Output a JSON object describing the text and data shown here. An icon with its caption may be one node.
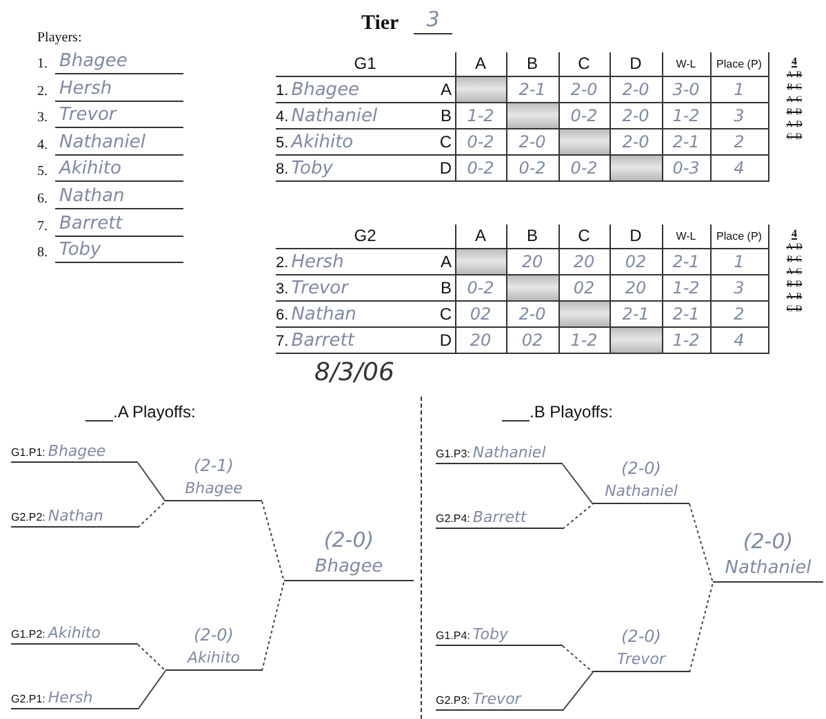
{
  "diagram": {
    "nodes": [
      {
        "text": [
          "G1.P1:",
          "Bhagee"
        ]
      },
      {
        "text": [
          "G2.P2:",
          "Nathan"
        ]
      },
      {
        "text": [
          "G1.P2:",
          "Akihito"
        ]
      },
      {
        "text": [
          "G2.P1:",
          "Hersh"
        ]
      },
      {
        "text": [
          "(2-1)",
          "Bhagee"
        ]
      },
      {
        "text": [
          "(2-0)",
          "Akihito"
        ]
      },
      {
        "text": [
          "(2-0)",
          "Bhagee"
        ]
      },
      {
        "text": [
          "G1.P3:",
          "Nathaniel"
        ]
      },
      {
        "text": [
          "G2.P4:",
          "Barrett"
        ]
      },
      {
        "text": [
          "G1.P4:",
          "Toby"
        ]
      },
      {
        "text": [
          "G2.P3:",
          "Trevor"
        ]
      },
      {
        "text": [
          "(2-0)",
          "Nathaniel"
        ]
      },
      {
        "text": [
          "(2-0)",
          "Trevor"
        ]
      },
      {
        "text": [
          "(2-0)",
          "Nathaniel"
        ]
      }
    ],
    "edges": [
      {
        "from": 0,
        "to": 4,
        "arrow": "none"
      },
      {
        "from": 1,
        "to": 4,
        "arrow": "none",
        "style": "dashed"
      },
      {
        "from": 2,
        "to": 5,
        "arrow": "none",
        "style": "dashed"
      },
      {
        "from": 3,
        "to": 5,
        "arrow": "none"
      },
      {
        "from": 4,
        "to": 6,
        "arrow": "none",
        "style": "dashed"
      },
      {
        "from": 5,
        "to": 6,
        "arrow": "none",
        "style": "dashed"
      },
      {
        "from": 7,
        "to": 11,
        "arrow": "none"
      },
      {
        "from": 8,
        "to": 11,
        "arrow": "none",
        "style": "dashed"
      },
      {
        "from": 9,
        "to": 12,
        "arrow": "none",
        "style": "dashed"
      },
      {
        "from": 10,
        "to": 12,
        "arrow": "none"
      },
      {
        "from": 11,
        "to": 13,
        "arrow": "none",
        "style": "dashed"
      },
      {
        "from": 12,
        "to": 13,
        "arrow": "none",
        "style": "dashed"
      }
    ],
    "labels": [
      "Tier",
      "3",
      "Players:",
      "1.",
      "Bhagee",
      "2.",
      "Hersh",
      "3.",
      "Trevor",
      "4.",
      "Nathaniel",
      "5.",
      "Akihito",
      "6.",
      "Nathan",
      "7.",
      "Barrett",
      "8.",
      "Toby",
      "G1",
      "A",
      "B",
      "C",
      "D",
      "W-L",
      "Place (P)",
      "1.",
      "Bhagee",
      "A",
      "2-1",
      "2-0",
      "2-0",
      "3-0",
      "1",
      "4.",
      "Nathaniel",
      "B",
      "1-2",
      "0-2",
      "2-0",
      "1-2",
      "3",
      "5.",
      "Akihito",
      "C",
      "0-2",
      "2-0",
      "2-0",
      "2-1",
      "2",
      "8.",
      "Toby",
      "D",
      "0-2",
      "0-2",
      "0-2",
      "0-3",
      "4",
      "4",
      "A-B",
      "B-C",
      "A-C",
      "B-D",
      "A-D",
      "C-D",
      "G2",
      "A",
      "B",
      "C",
      "D",
      "W-L",
      "Place (P)",
      "2.",
      "Hersh",
      "A",
      "20",
      "20",
      "02",
      "2-1",
      "1",
      "3.",
      "Trevor",
      "B",
      "0-2",
      "02",
      "20",
      "1-2",
      "3",
      "6.",
      "Nathan",
      "C",
      "02",
      "2-0",
      "2-1",
      "2-1",
      "2",
      "7.",
      "Barrett",
      "D",
      "20",
      "02",
      "1-2",
      "1-2",
      "4",
      "4",
      "A-D",
      "B-C",
      "A-C",
      "B-D",
      "A-B",
      "C-D",
      "8/3/06",
      ".A Playoffs:",
      ".B Playoffs:"
    ]
  }
}
